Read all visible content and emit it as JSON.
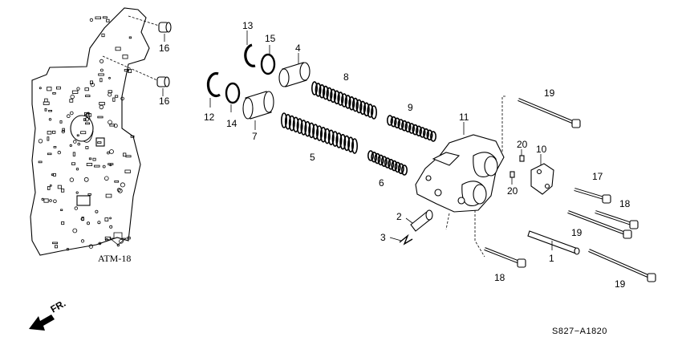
{
  "diagram": {
    "callouts": {
      "p1": "1",
      "p2": "2",
      "p3": "3",
      "p4": "4",
      "p5": "5",
      "p6": "6",
      "p7": "7",
      "p8": "8",
      "p9": "9",
      "p10": "10",
      "p11": "11",
      "p12": "12",
      "p13": "13",
      "p14": "14",
      "p15": "15",
      "p16a": "16",
      "p16b": "16",
      "p17": "17",
      "p18a": "18",
      "p18b": "18",
      "p19a": "19",
      "p19b": "19",
      "p19c": "19",
      "p20a": "20",
      "p20b": "20"
    },
    "reference": "ATM-18",
    "direction_label": "FR.",
    "diagram_code": "S827−A1820"
  }
}
